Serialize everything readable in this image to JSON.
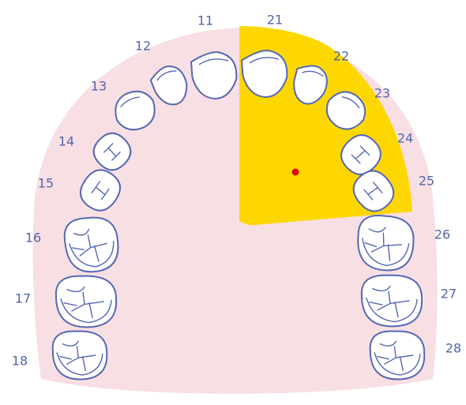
{
  "colors": {
    "palate": "#f7dfe3",
    "selection": "#ffd700",
    "tooth_outline": "#5668b3",
    "tooth_fill": "#ffffff",
    "label": "#5466a8",
    "marker": "#e00000"
  },
  "teeth": [
    {
      "number": "11",
      "quadrant": "upper-right"
    },
    {
      "number": "12",
      "quadrant": "upper-right"
    },
    {
      "number": "13",
      "quadrant": "upper-right"
    },
    {
      "number": "14",
      "quadrant": "upper-right"
    },
    {
      "number": "15",
      "quadrant": "upper-right"
    },
    {
      "number": "16",
      "quadrant": "upper-right"
    },
    {
      "number": "17",
      "quadrant": "upper-right"
    },
    {
      "number": "18",
      "quadrant": "upper-right"
    },
    {
      "number": "21",
      "quadrant": "upper-left"
    },
    {
      "number": "22",
      "quadrant": "upper-left"
    },
    {
      "number": "23",
      "quadrant": "upper-left"
    },
    {
      "number": "24",
      "quadrant": "upper-left"
    },
    {
      "number": "25",
      "quadrant": "upper-left"
    },
    {
      "number": "26",
      "quadrant": "upper-left"
    },
    {
      "number": "27",
      "quadrant": "upper-left"
    },
    {
      "number": "28",
      "quadrant": "upper-left"
    }
  ],
  "selected_region": {
    "teeth": [
      "21",
      "22",
      "23",
      "24",
      "25"
    ],
    "has_marker": true
  }
}
